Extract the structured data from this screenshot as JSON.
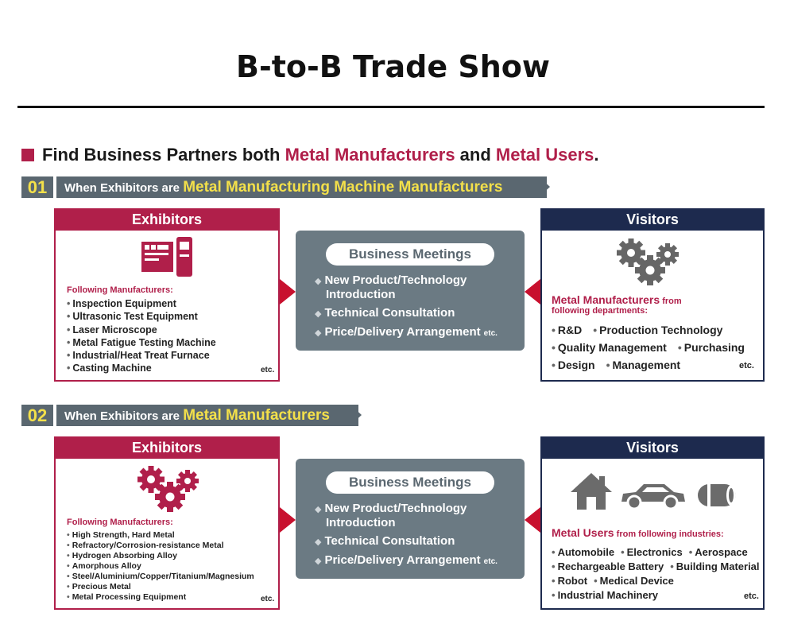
{
  "page": {
    "title": "B-to-B Trade Show"
  },
  "headline": {
    "prefix": "Find Business Partners both ",
    "hl1": "Metal Manufacturers",
    "mid": " and ",
    "hl2": "Metal Users",
    "suffix": "."
  },
  "sections": [
    {
      "number": "01",
      "banner_prefix": "When Exhibitors are ",
      "banner_highlight": "Metal Manufacturing Machine Manufacturers",
      "exhibitors": {
        "header": "Exhibitors",
        "icon": "machine-icon",
        "subtitle": "Following Manufacturers:",
        "items": [
          "Inspection Equipment",
          "Ultrasonic Test Equipment",
          "Laser Microscope",
          "Metal Fatigue Testing Machine",
          "Industrial/Heat Treat Furnace",
          "Casting Machine"
        ],
        "etc": "etc."
      },
      "meetings": {
        "title": "Business Meetings",
        "items": [
          "New Product/Technology",
          "Introduction",
          "Technical Consultation",
          "Price/Delivery Arrangement"
        ],
        "etc": "etc."
      },
      "visitors": {
        "header": "Visitors",
        "icon": "gears-icon",
        "subtitle_highlight": "Metal Manufacturers",
        "subtitle_rest": " from",
        "subtitle_line2": "following departments:",
        "rows": [
          [
            "R&D",
            "Production Technology"
          ],
          [
            "Quality Management",
            "Purchasing"
          ],
          [
            "Design",
            "Management"
          ]
        ],
        "etc": "etc."
      }
    },
    {
      "number": "02",
      "banner_prefix": "When Exhibitors are ",
      "banner_highlight": "Metal Manufacturers",
      "exhibitors": {
        "header": "Exhibitors",
        "icon": "gears-icon",
        "subtitle": "Following Manufacturers:",
        "items": [
          "High Strength, Hard Metal",
          "Refractory/Corrosion-resistance Metal",
          "Hydrogen Absorbing Alloy",
          "Amorphous Alloy",
          "Steel/Aluminium/Copper/Titanium/Magnesium",
          "Precious Metal",
          "Metal Processing Equipment"
        ],
        "etc": "etc."
      },
      "meetings": {
        "title": "Business Meetings",
        "items": [
          "New Product/Technology",
          "Introduction",
          "Technical Consultation",
          "Price/Delivery Arrangement"
        ],
        "etc": "etc."
      },
      "visitors": {
        "header": "Visitors",
        "icons": [
          "house-icon",
          "car-icon",
          "battery-icon"
        ],
        "subtitle_highlight": "Metal Users",
        "subtitle_rest": " from following industries:",
        "rows": [
          [
            "Automobile",
            "Electronics",
            "Aerospace"
          ],
          [
            "Rechargeable Battery",
            "Building Material"
          ],
          [
            "Robot",
            "Medical Device"
          ],
          [
            "Industrial Machinery"
          ]
        ],
        "etc": "etc."
      }
    }
  ],
  "colors": {
    "maroon": "#b01f4a",
    "navy": "#1d2a4e",
    "slate": "#5a6770",
    "yellow": "#f3e04a",
    "arrow_red": "#c8102e"
  }
}
